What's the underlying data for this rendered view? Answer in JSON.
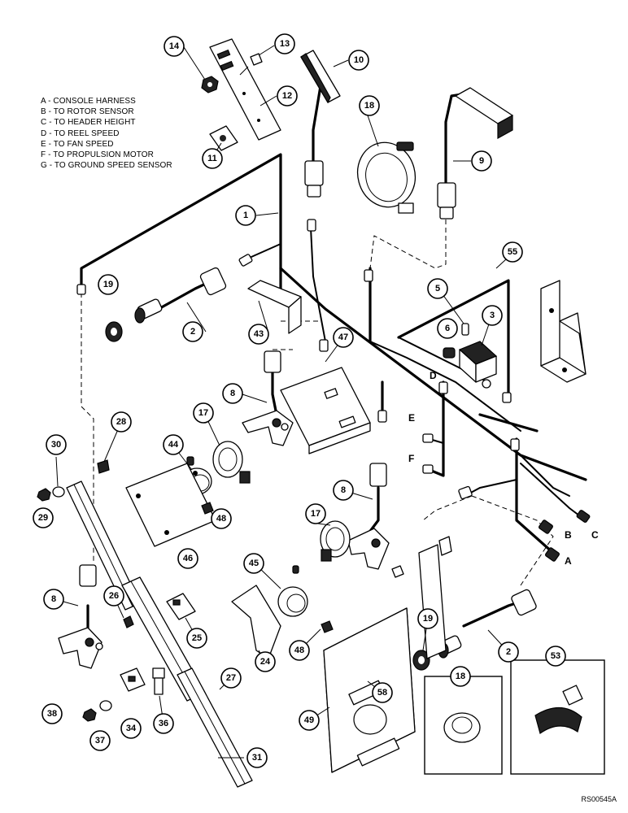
{
  "legend": [
    "A - CONSOLE HARNESS",
    "B - TO ROTOR SENSOR",
    "C - TO HEADER HEIGHT",
    "D - TO REEL SPEED",
    "E - TO FAN SPEED",
    "F - TO PROPULSION MOTOR",
    "G - TO GROUND SPEED SENSOR"
  ],
  "reference_code": "RS00545A",
  "callouts": [
    "14",
    "13",
    "10",
    "12",
    "11",
    "18",
    "9",
    "1",
    "19",
    "2",
    "43",
    "47",
    "55",
    "5",
    "3",
    "6",
    "8",
    "17",
    "28",
    "30",
    "44",
    "29",
    "48",
    "46",
    "8",
    "17",
    "45",
    "8",
    "26",
    "25",
    "24",
    "19",
    "2",
    "53",
    "48",
    "58",
    "18",
    "27",
    "36",
    "34",
    "38",
    "37",
    "49",
    "31"
  ],
  "connector_letters": [
    "D",
    "E",
    "F",
    "A",
    "B",
    "C"
  ]
}
